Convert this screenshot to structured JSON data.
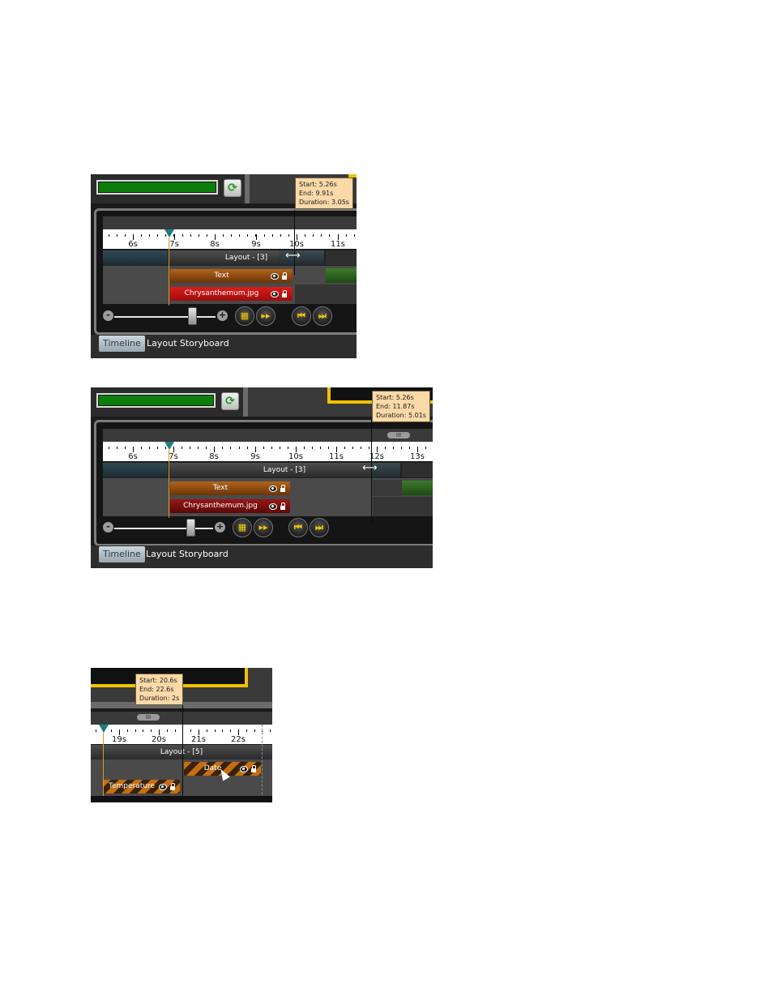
{
  "screenshot1": {
    "tooltip": {
      "start": "Start: 5.26s",
      "end": "End: 9.91s",
      "duration": "Duration: 3.05s"
    },
    "ticks": [
      "6s",
      "7s",
      "8s",
      "9s",
      "10s",
      "11s"
    ],
    "layout_label": "Layout - [3]",
    "clips": {
      "text": "Text",
      "image": "Chrysanthemum.jpg"
    },
    "zoom": {
      "minus": "-",
      "plus": "+"
    },
    "tabs": {
      "timeline": "Timeline",
      "storyboard": "Layout Storyboard"
    },
    "progress_color": "#0b7d0b"
  },
  "screenshot2": {
    "tooltip": {
      "start": "Start: 5.26s",
      "end": "End: 11.87s",
      "duration": "Duration: 5.01s"
    },
    "ticks": [
      "6s",
      "7s",
      "8s",
      "9s",
      "10s",
      "11s",
      "12s",
      "13s"
    ],
    "layout_label": "Layout - [3]",
    "clips": {
      "text": "Text",
      "image": "Chrysanthemum.jpg"
    },
    "zoom": {
      "minus": "-",
      "plus": "+"
    },
    "tabs": {
      "timeline": "Timeline",
      "storyboard": "Layout Storyboard"
    },
    "scroll_thumb": "III"
  },
  "screenshot3": {
    "tooltip": {
      "start": "Start: 20.6s",
      "end": "End: 22.6s",
      "duration": "Duration: 2s"
    },
    "ticks": [
      "19s",
      "20s",
      "21s",
      "22s"
    ],
    "layout_label": "Layout - [5]",
    "clips": {
      "date": "Date",
      "temperature": "Temperature"
    },
    "scroll_thumb": "III"
  },
  "colors": {
    "accent_yellow": "#f2c200",
    "tooltip_bg": "#fcd9a8",
    "playhead": "#19807f"
  }
}
